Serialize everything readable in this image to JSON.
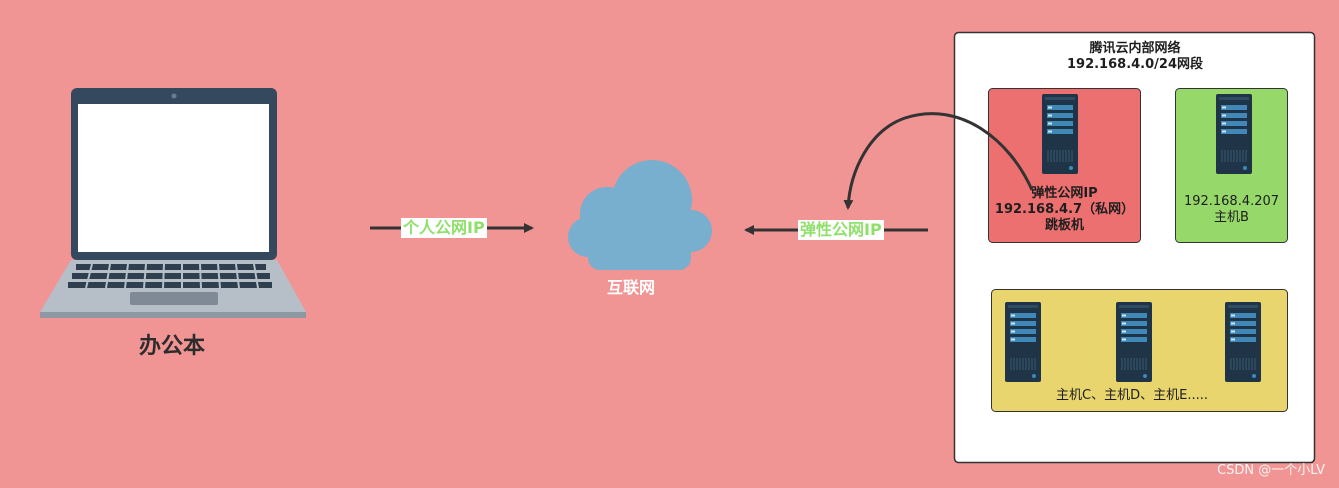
{
  "laptop": {
    "label": "办公本",
    "icon": "laptop-icon"
  },
  "edge_left": {
    "label": "个人公网IP"
  },
  "cloud": {
    "label": "互联网",
    "icon": "cloud-icon",
    "color": "#78aece"
  },
  "edge_right": {
    "label": "弹性公网IP"
  },
  "network": {
    "title_line1": "腾讯云内部网络",
    "title_line2": "192.168.4.0/24网段"
  },
  "jump_host": {
    "line1": "弹性公网IP",
    "line2": "192.168.4.7（私网）",
    "line3": "跳板机",
    "color": "#ed7070",
    "icon": "server-icon"
  },
  "host_b": {
    "line1": "192.168.4.207",
    "line2": "主机B",
    "color": "#96d96a",
    "icon": "server-icon"
  },
  "host_group": {
    "label": "主机C、主机D、主机E.....",
    "color": "#e8d56e",
    "icon": "server-icon"
  },
  "watermark": "CSDN @一个小LV"
}
